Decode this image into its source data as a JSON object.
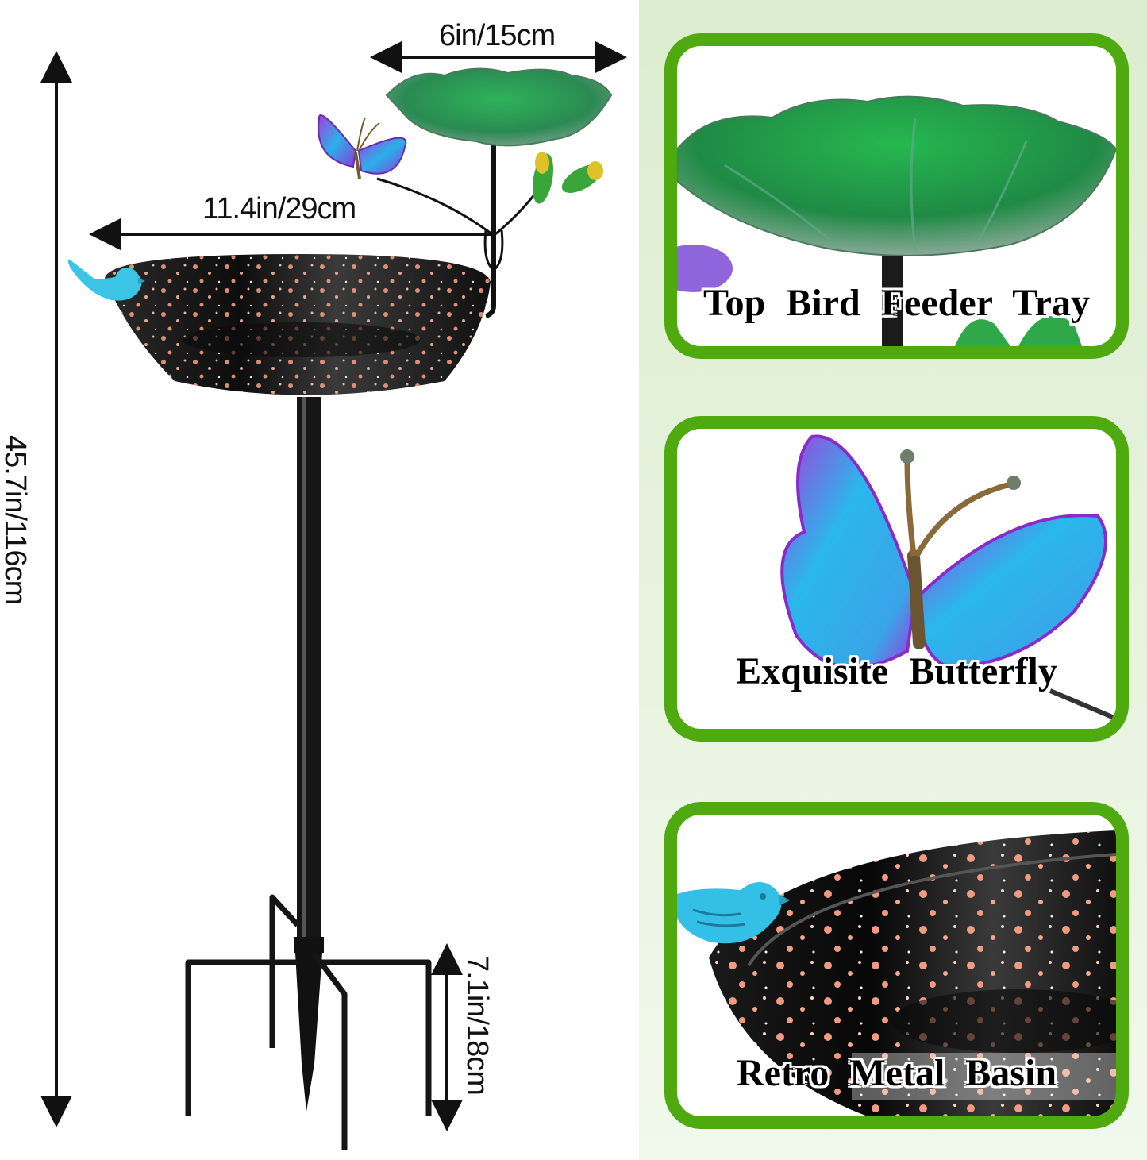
{
  "dimensions": {
    "top_tray_width": "6in/15cm",
    "basin_reach": "11.4in/29cm",
    "total_height": "45.7in/116cm",
    "stake_height": "7.1in/18cm"
  },
  "feature_cards": [
    {
      "caption": "Top Bird Feeder Tray",
      "image": "green-leaf-tray"
    },
    {
      "caption": "Exquisite Butterfly",
      "image": "purple-blue-butterfly"
    },
    {
      "caption": "Retro Metal Basin",
      "image": "black-speckled-basin-with-blue-bird"
    }
  ],
  "colors": {
    "card_border": "#4eaa0e",
    "panel_background": "#dcedcf",
    "basin_black": "#151515",
    "speckle_coral": "#f09a80",
    "tray_green": "#2f9a55",
    "bird_blue": "#3cc4e6",
    "butterfly_purple": "#9b3fd6",
    "butterfly_blue": "#2aa8e8"
  }
}
